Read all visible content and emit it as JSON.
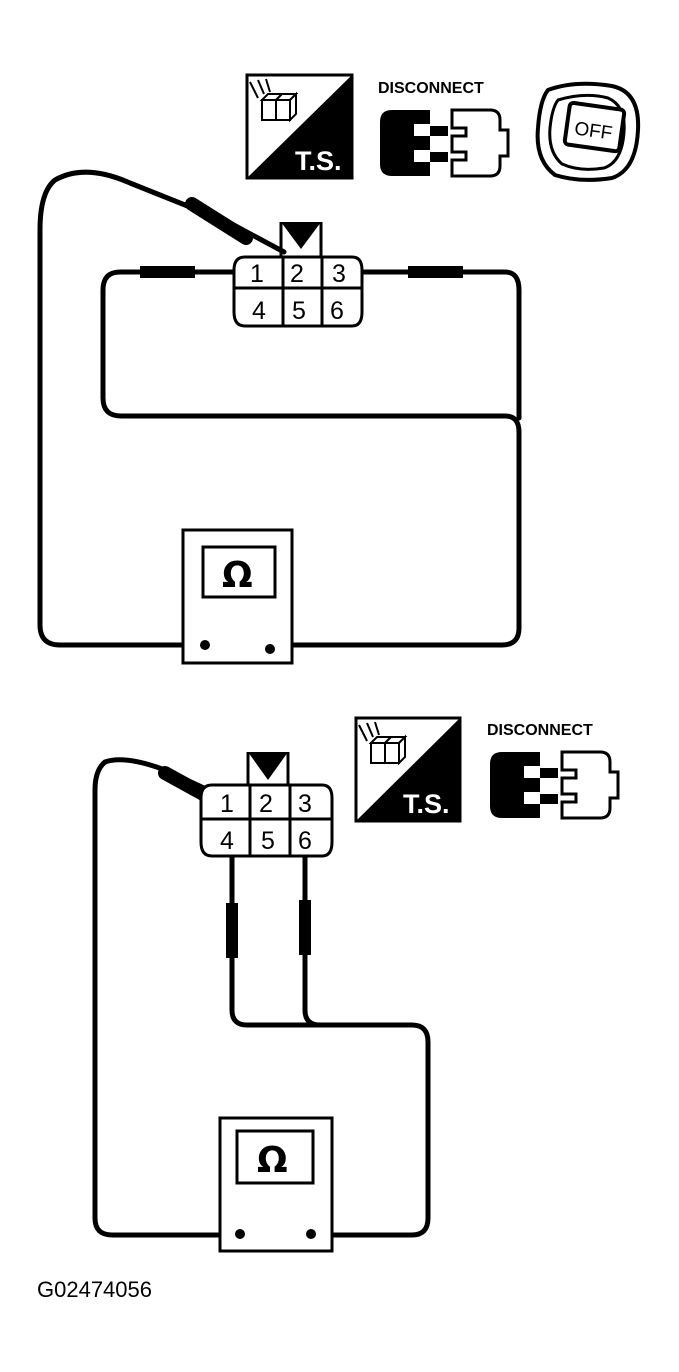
{
  "step1": {
    "ts_label": "T.S.",
    "disconnect_label": "DISCONNECT",
    "key_label": "OFF",
    "pins": [
      "1",
      "2",
      "3",
      "4",
      "5",
      "6"
    ],
    "meter_symbol": "Ω"
  },
  "step2": {
    "ts_label": "T.S.",
    "disconnect_label": "DISCONNECT",
    "pins": [
      "1",
      "2",
      "3",
      "4",
      "5",
      "6"
    ],
    "meter_symbol": "Ω"
  },
  "figure_code": "G02474056"
}
